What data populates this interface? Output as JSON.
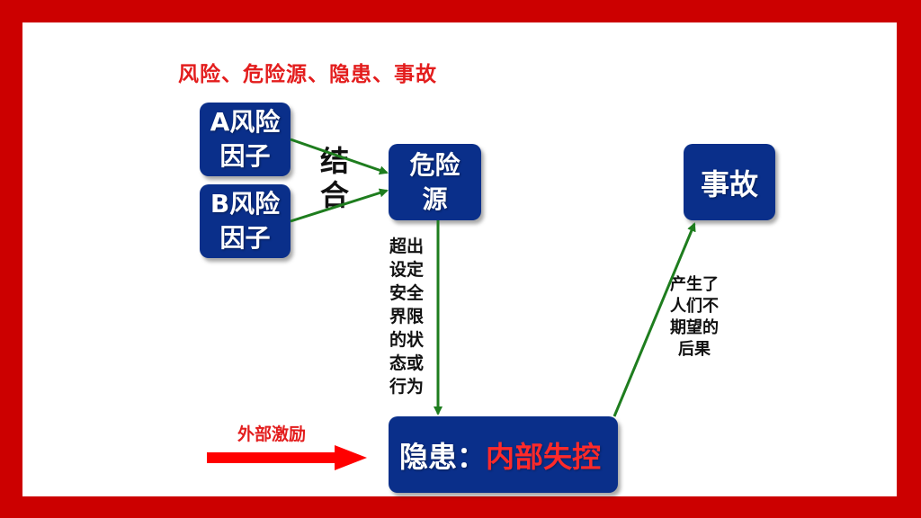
{
  "title": "风险、危险源、隐患、事故",
  "nodes": {
    "factor_a": "A风险\n因子",
    "factor_b": "B风险\n因子",
    "hazard_source": "危险\n源",
    "accident": "事故",
    "hidden_danger_prefix": "隐患：",
    "hidden_danger_highlight": "内部失控"
  },
  "labels": {
    "combine": "结\n合",
    "condition": "超出\n设定\n安全\n界限\n的状\n态或\n行为",
    "consequence": "产生了\n人们不\n期望的\n后果",
    "external_stimulus": "外部激励"
  },
  "colors": {
    "frame": "#cc0000",
    "box": "#0a2f8a",
    "arrow": "#1e7d1e",
    "accent_red": "#e31d1d"
  }
}
